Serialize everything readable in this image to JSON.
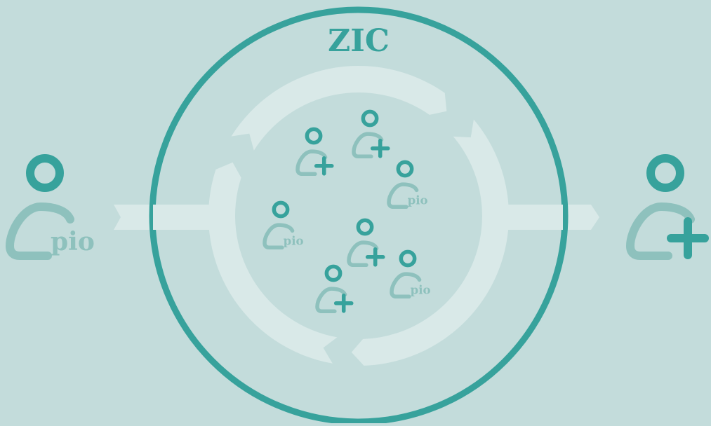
{
  "colors": {
    "background": "#c3dcdb",
    "ring": "#37a29c",
    "person_head": "#37a29c",
    "person_body": "#8ec1bd",
    "plus": "#37a29c",
    "pio_text": "#8ec1bd",
    "arrow_light": "#d9e9e8"
  },
  "center_label": "ZIC",
  "incoming": {
    "label": "pio",
    "icon": "person-pio-icon"
  },
  "outgoing": {
    "icon": "person-plus-icon"
  },
  "inner_people": [
    {
      "kind": "plus",
      "icon": "person-plus-icon"
    },
    {
      "kind": "plus",
      "icon": "person-plus-icon"
    },
    {
      "kind": "pio",
      "label": "pio",
      "icon": "person-pio-icon"
    },
    {
      "kind": "pio",
      "label": "pio",
      "icon": "person-pio-icon"
    },
    {
      "kind": "plus",
      "icon": "person-plus-icon"
    },
    {
      "kind": "pio",
      "label": "pio",
      "icon": "person-pio-icon"
    },
    {
      "kind": "plus",
      "icon": "person-plus-icon"
    }
  ]
}
